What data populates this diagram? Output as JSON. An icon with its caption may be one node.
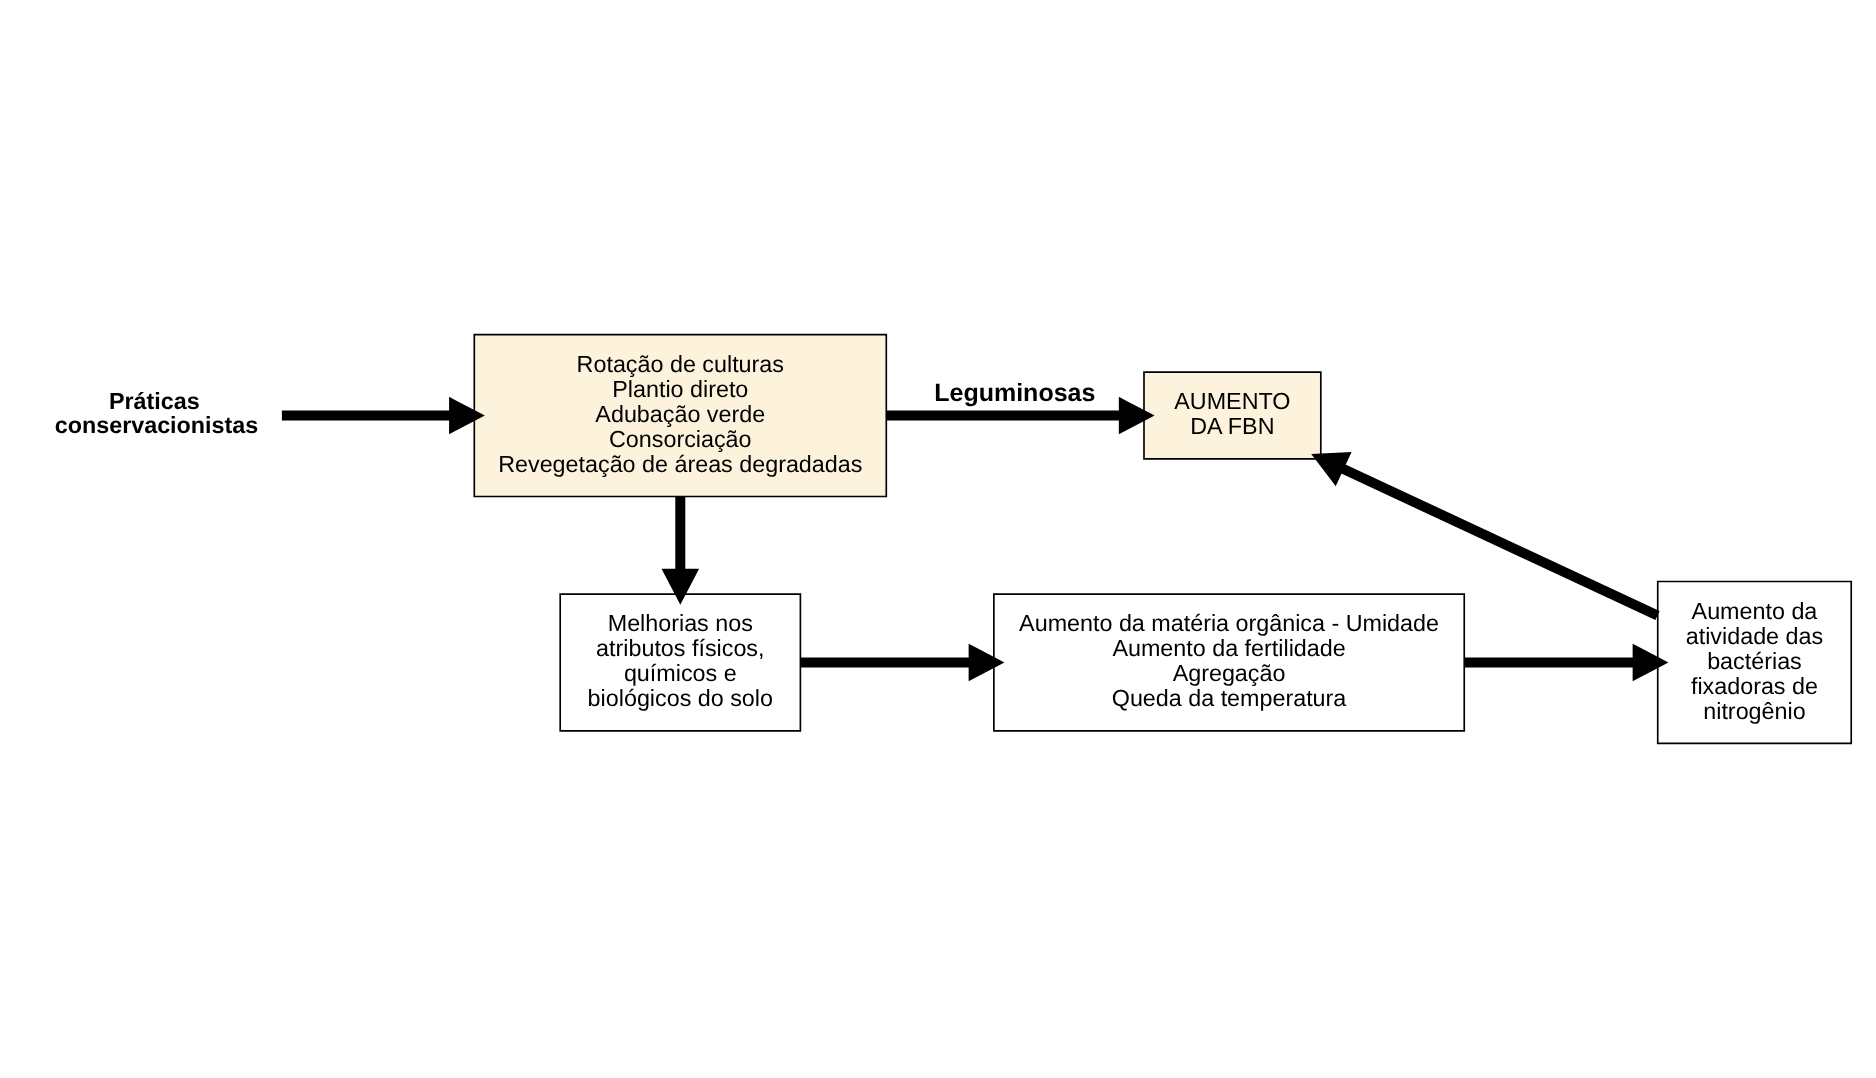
{
  "diagram": {
    "nodes": [
      {
        "text": [
          "Práticas conservacionistas"
        ]
      },
      {
        "text": [
          "Rotação de culturas",
          "Plantio direto",
          "Adubação verde",
          "Consorciação",
          "Revegetação de áreas degradadas"
        ]
      },
      {
        "text": [
          "AUMENTO DA FBN"
        ]
      },
      {
        "text": [
          "Melhorias nos atributos físicos, químicos e biológicos do solo"
        ]
      },
      {
        "text": [
          "Aumento da matéria orgânica - Umidade",
          "Aumento da fertilidade",
          "Agregação",
          "Queda da temperatura"
        ]
      },
      {
        "text": [
          "Aumento da atividade das bactérias fixadoras de nitrogênio"
        ]
      }
    ],
    "edges": [
      {
        "from": 0,
        "to": 1,
        "arrow": "to"
      },
      {
        "from": 1,
        "to": 2,
        "arrow": "to",
        "label": "Leguminosas"
      },
      {
        "from": 1,
        "to": 3,
        "arrow": "to"
      },
      {
        "from": 3,
        "to": 4,
        "arrow": "to"
      },
      {
        "from": 4,
        "to": 5,
        "arrow": "to"
      },
      {
        "from": 5,
        "to": 2,
        "arrow": "to"
      }
    ]
  }
}
